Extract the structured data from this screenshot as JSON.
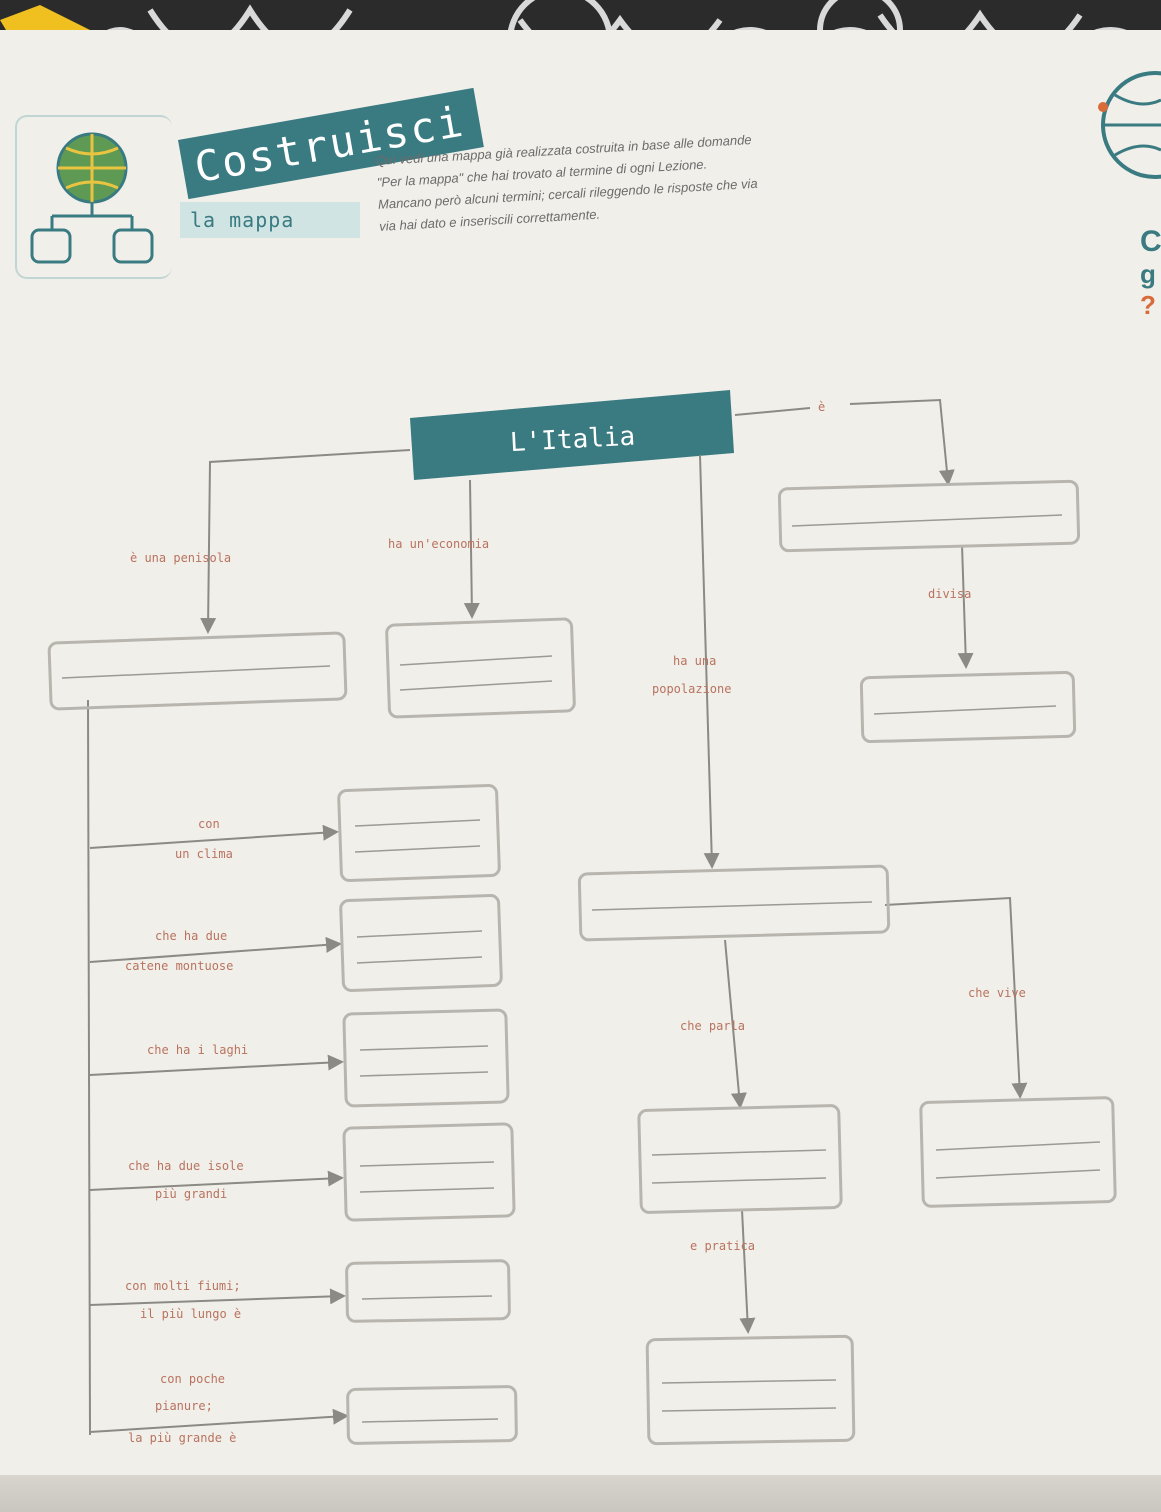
{
  "header": {
    "title": "Costruisci",
    "subtitle": "la mappa",
    "instructions": [
      "Qui vedi una mappa già realizzata costruita in base alle domande",
      "\"Per la mappa\" che hai trovato al termine di ogni Lezione.",
      "Mancano però alcuni termini; cercali rileggendo le risposte che via",
      "via hai dato e inseriscili correttamente."
    ],
    "side_margin": [
      "C",
      "g",
      "?"
    ]
  },
  "map": {
    "central_node": "L'Italia",
    "link_top_right": "è",
    "link_right_divided": "divisa",
    "link_peninsula": "è una penisola",
    "link_economy": "ha un'economia",
    "link_population": [
      "ha una",
      "popolazione"
    ],
    "left_links": [
      [
        "con",
        "un clima"
      ],
      [
        "che ha due",
        "catene montuose"
      ],
      [
        "che ha i laghi"
      ],
      [
        "che ha due isole",
        "più grandi"
      ],
      [
        "con molti fiumi;",
        "il più lungo è"
      ],
      [
        "con poche",
        "pianure;",
        "la più grande è"
      ]
    ],
    "link_speaks": "che parla",
    "link_lives": "che vive",
    "link_practices": "e pratica"
  },
  "colors": {
    "teal": "#3a7b82",
    "label_red": "#b9735f",
    "box_border": "#b8b5ae"
  }
}
